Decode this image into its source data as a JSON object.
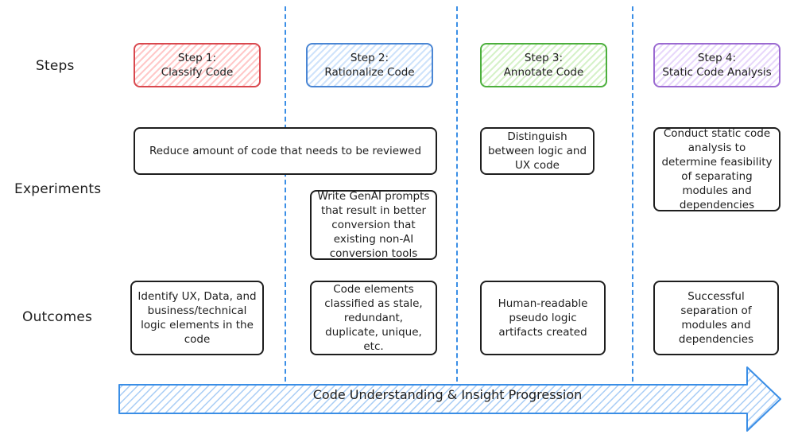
{
  "rows": {
    "steps": "Steps",
    "experiments": "Experiments",
    "outcomes": "Outcomes"
  },
  "steps": [
    {
      "label": "Step 1:\nClassify Code",
      "color": "#d9484e"
    },
    {
      "label": "Step 2:\nRationalize Code",
      "color": "#4a86d4"
    },
    {
      "label": "Step 3:\nAnnotate Code",
      "color": "#4caf3d"
    },
    {
      "label": "Step 4:\nStatic Code Analysis",
      "color": "#9b6ad1"
    }
  ],
  "experiments": {
    "reduce": "Reduce amount of code that needs to be reviewed",
    "genai": "Write GenAI prompts that result in better conversion that existing non-AI conversion tools",
    "distinguish": "Distinguish between logic and UX code",
    "static": "Conduct static code analysis to determine feasibility of separating modules and dependencies"
  },
  "outcomes": {
    "identify": "Identify UX, Data, and business/technical logic elements in the code",
    "classified": "Code elements classified as stale, redundant, duplicate, unique, etc.",
    "pseudo": "Human-readable pseudo logic artifacts created",
    "separation": "Successful separation of modules and dependencies"
  },
  "progression": {
    "label": "Code Understanding & Insight Progression",
    "color": "#3a8ee6"
  }
}
